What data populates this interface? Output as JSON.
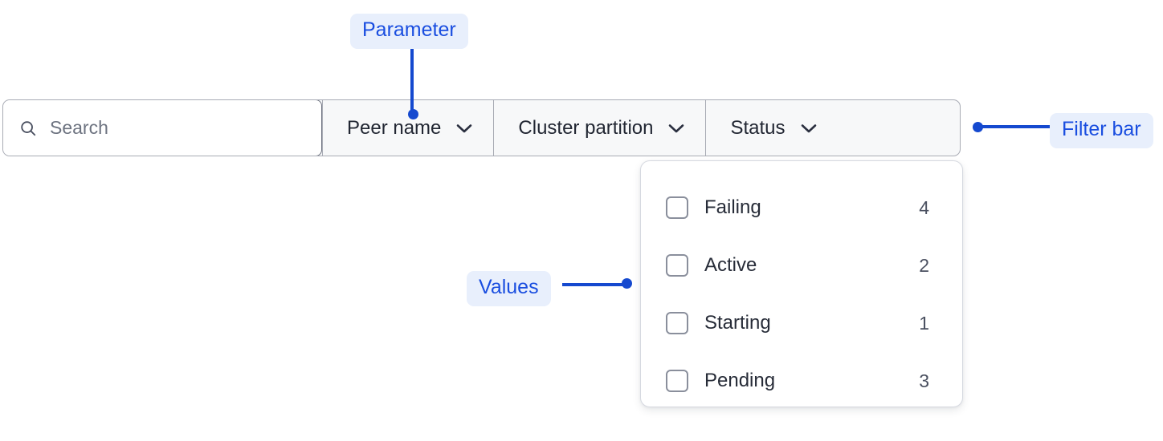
{
  "filter_bar": {
    "search": {
      "icon": "search-icon",
      "placeholder": "Search",
      "value": ""
    },
    "filters": [
      {
        "label": "Peer name",
        "icon": "chevron-down-icon",
        "expanded": false
      },
      {
        "label": "Cluster partition",
        "icon": "chevron-down-icon",
        "expanded": false
      },
      {
        "label": "Status",
        "icon": "chevron-down-icon",
        "expanded": true
      }
    ]
  },
  "dropdown": {
    "owner": "Status",
    "options": [
      {
        "label": "Failing",
        "count": "4",
        "checked": false
      },
      {
        "label": "Active",
        "count": "2",
        "checked": false
      },
      {
        "label": "Starting",
        "count": "1",
        "checked": false
      },
      {
        "label": "Pending",
        "count": "3",
        "checked": false
      }
    ]
  },
  "annotations": [
    {
      "label": "Parameter",
      "target": "Peer name filter"
    },
    {
      "label": "Filter bar",
      "target": "filter bar"
    },
    {
      "label": "Values",
      "target": "dropdown options"
    }
  ],
  "colors": {
    "annotation_text": "#1a4ee0",
    "annotation_bg": "#e8effc",
    "leader_line": "#1549cf",
    "bar_border": "#a8abb4",
    "bar_bg": "#f7f8f9",
    "search_border": "#6f7482",
    "placeholder": "#6d7380",
    "text": "#222733",
    "checkbox_border": "#8a8f9c"
  }
}
